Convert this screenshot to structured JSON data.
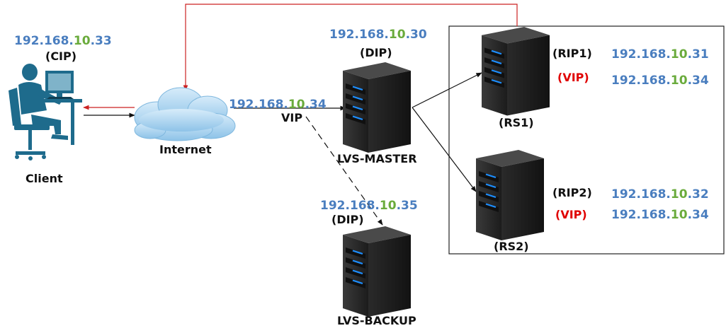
{
  "colors": {
    "ip_blue": "#4a7ebf",
    "ip_green": "#6aab3c",
    "vip_red": "#e00000",
    "return_line": "#cc2222",
    "server_body": "#2b2b2b",
    "server_led": "#1e8fff",
    "cloud": "#a9d2ef",
    "client": "#1e6b8c"
  },
  "icons": {
    "client": "person-at-computer-icon",
    "internet": "cloud-icon",
    "server": "server-tower-icon"
  },
  "client": {
    "ip": {
      "prefix": "192.168.",
      "mid": "10",
      "suffix": ".33"
    },
    "tag": "(CIP)",
    "label": "Client"
  },
  "internet": {
    "label": "Internet"
  },
  "vip": {
    "ip": {
      "prefix": "192.168.",
      "mid": "10",
      "suffix": ".34"
    },
    "label": "VIP"
  },
  "lvs_master": {
    "ip": {
      "prefix": "192.168.",
      "mid": "10",
      "suffix": ".30"
    },
    "tag": "(DIP)",
    "label": "LVS-MASTER"
  },
  "lvs_backup": {
    "ip": {
      "prefix": "192.168.",
      "mid": "10",
      "suffix": ".35"
    },
    "tag": "(DIP)",
    "label": "LVS-BACKUP"
  },
  "rs1": {
    "label": "(RS1)",
    "rip_tag": "(RIP1)",
    "vip_tag": "(VIP)",
    "rip": {
      "prefix": "192.168.",
      "mid": "10",
      "suffix": ".31"
    },
    "vip": {
      "prefix": "192.168.",
      "mid": "10",
      "suffix": ".34"
    }
  },
  "rs2": {
    "label": "(RS2)",
    "rip_tag": "(RIP2)",
    "vip_tag": "(VIP)",
    "rip": {
      "prefix": "192.168.",
      "mid": "10",
      "suffix": ".32"
    },
    "vip": {
      "prefix": "192.168.",
      "mid": "10",
      "suffix": ".34"
    }
  }
}
